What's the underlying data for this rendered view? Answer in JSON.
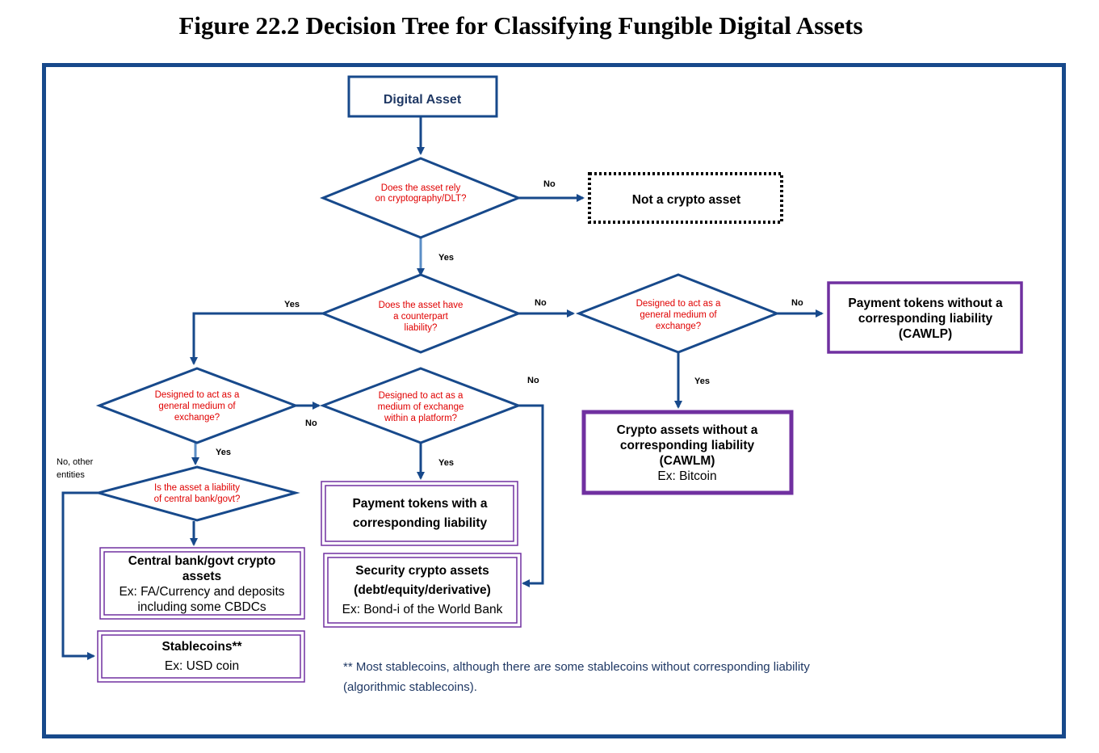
{
  "title": "Figure 22.2 Decision Tree for Classifying Fungible Digital Assets",
  "colors": {
    "frame": "#17498b",
    "connector": "#17498b",
    "connector_light": "#5b8ec6",
    "diamond_text": "#e00000",
    "purple_border": "#7030a0",
    "navy_text": "#1f3864"
  },
  "nodes": {
    "digital_asset": "Digital Asset",
    "q_cryptography": [
      "Does the asset rely",
      "on cryptography/DLT?"
    ],
    "not_crypto": "Not a crypto asset",
    "q_counterpart": [
      "Does the asset have",
      "a counterpart",
      "liability?"
    ],
    "q_general_right": [
      "Designed to act as a",
      "general medium of",
      "exchange?"
    ],
    "cawlp": [
      "Payment tokens without a",
      "corresponding liability",
      "(CAWLP)"
    ],
    "cawlm": [
      "Crypto assets without a",
      "corresponding liability",
      "(CAWLM)"
    ],
    "cawlm_example": "Ex: Bitcoin",
    "q_general_left": [
      "Designed to act as a",
      "general medium of",
      "exchange?"
    ],
    "q_platform": [
      "Designed to act as a",
      "medium of exchange",
      "within a platform?"
    ],
    "q_central_bank": [
      "Is the asset a liability",
      "of central bank/govt?"
    ],
    "payment_with_liability": [
      "Payment tokens with a",
      "corresponding liability"
    ],
    "security": [
      "Security crypto assets",
      "(debt/equity/derivative)"
    ],
    "security_example": "Ex: Bond-i of the World Bank",
    "central_bank": [
      "Central bank/govt crypto",
      "assets"
    ],
    "central_bank_example": [
      "Ex: FA/Currency and deposits",
      "including some CBDCs"
    ],
    "stablecoins": "Stablecoins**",
    "stablecoins_example": "Ex: USD coin"
  },
  "edge_labels": {
    "no": "No",
    "yes": "Yes",
    "no_other_entities": [
      "No, other",
      "entities"
    ]
  },
  "footnote": [
    "** Most stablecoins, although there are some stablecoins without corresponding liability",
    "(algorithmic stablecoins)."
  ]
}
